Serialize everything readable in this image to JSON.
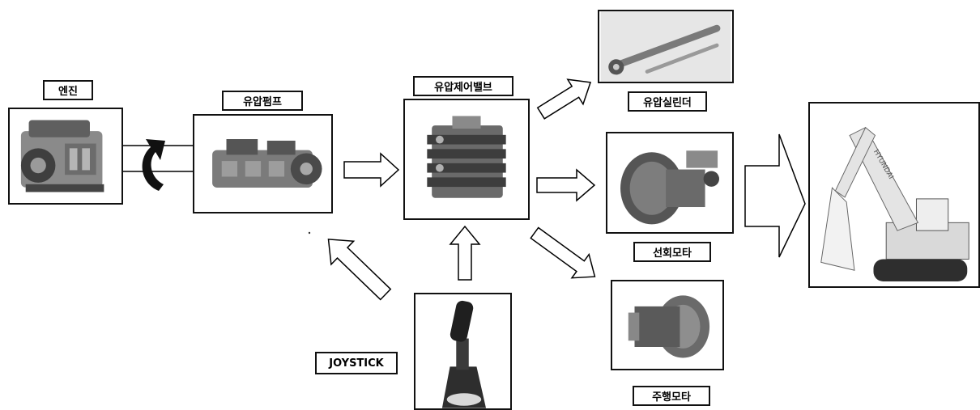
{
  "labels": {
    "engine": "엔진",
    "pump": "유압펌프",
    "valve": "유압제어밸브",
    "cylinder": "유압실린더",
    "swing_motor": "선회모타",
    "travel_motor": "주행모타",
    "joystick": "JOYSTICK"
  },
  "excavator_brand": "HYUNDAI"
}
